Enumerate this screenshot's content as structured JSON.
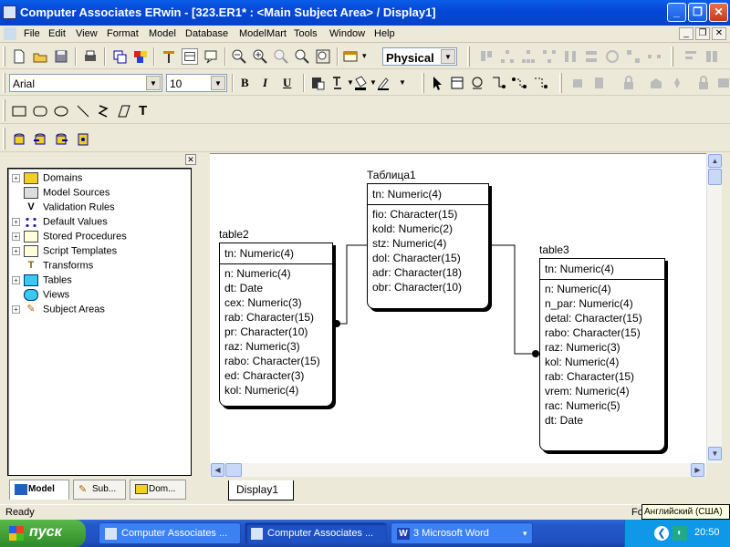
{
  "window": {
    "title": "Computer Associates ERwin - [323.ER1* : <Main Subject Area> / Display1]"
  },
  "menu": [
    "File",
    "Edit",
    "View",
    "Format",
    "Model",
    "Database",
    "ModelMart",
    "Tools",
    "Window",
    "Help"
  ],
  "toolbar": {
    "model_view": "Physical",
    "font_name": "Arial",
    "font_size": "10",
    "bold": "B",
    "italic": "I",
    "underline": "U",
    "text_tool": "T"
  },
  "tree": [
    {
      "label": "Domains",
      "expandable": true,
      "icon": "domains-icon"
    },
    {
      "label": "Model Sources",
      "expandable": false,
      "icon": "model-sources-icon"
    },
    {
      "label": "Validation Rules",
      "expandable": false,
      "icon": "validation-rules-icon"
    },
    {
      "label": "Default Values",
      "expandable": true,
      "icon": "default-values-icon"
    },
    {
      "label": "Stored Procedures",
      "expandable": true,
      "icon": "stored-procedures-icon"
    },
    {
      "label": "Script Templates",
      "expandable": true,
      "icon": "script-templates-icon"
    },
    {
      "label": "Transforms",
      "expandable": false,
      "icon": "transforms-icon"
    },
    {
      "label": "Tables",
      "expandable": true,
      "icon": "tables-icon"
    },
    {
      "label": "Views",
      "expandable": false,
      "icon": "views-icon"
    },
    {
      "label": "Subject Areas",
      "expandable": true,
      "icon": "subject-areas-icon"
    }
  ],
  "panel_tabs": [
    "Model",
    "Sub...",
    "Dom..."
  ],
  "entities": {
    "t1": {
      "name": "Таблица1",
      "pk": "tn: Numeric(4)",
      "attrs": [
        "fio: Character(15)",
        "kold: Numeric(2)",
        "stz: Numeric(4)",
        "dol: Character(15)",
        "adr: Character(18)",
        "obr: Character(10)"
      ]
    },
    "t2": {
      "name": "table2",
      "pk": "tn: Numeric(4)",
      "attrs": [
        "n: Numeric(4)",
        "dt: Date",
        "cex: Numeric(3)",
        "rab: Character(15)",
        "pr: Character(10)",
        "raz: Numeric(3)",
        "rabo: Character(15)",
        "ed: Character(3)",
        "kol: Numeric(4)"
      ]
    },
    "t3": {
      "name": "table3",
      "pk": "tn: Numeric(4)",
      "attrs": [
        "n: Numeric(4)",
        "n_par: Numeric(4)",
        "detal: Character(15)",
        "rabo: Character(15)",
        "raz: Numeric(3)",
        "kol: Numeric(4)",
        "rab: Character(15)",
        "vrem: Numeric(4)",
        "rac: Numeric(5)",
        "dt: Date"
      ]
    }
  },
  "display_tab": "Display1",
  "status": {
    "text": "Ready",
    "right": "Fo"
  },
  "tooltip": "Английский (США)",
  "taskbar": {
    "start": "пуск",
    "buttons": [
      "Computer Associates ...",
      "Computer Associates ...",
      "3 Microsoft Word"
    ],
    "lang": "EN",
    "clock": "20:50"
  }
}
